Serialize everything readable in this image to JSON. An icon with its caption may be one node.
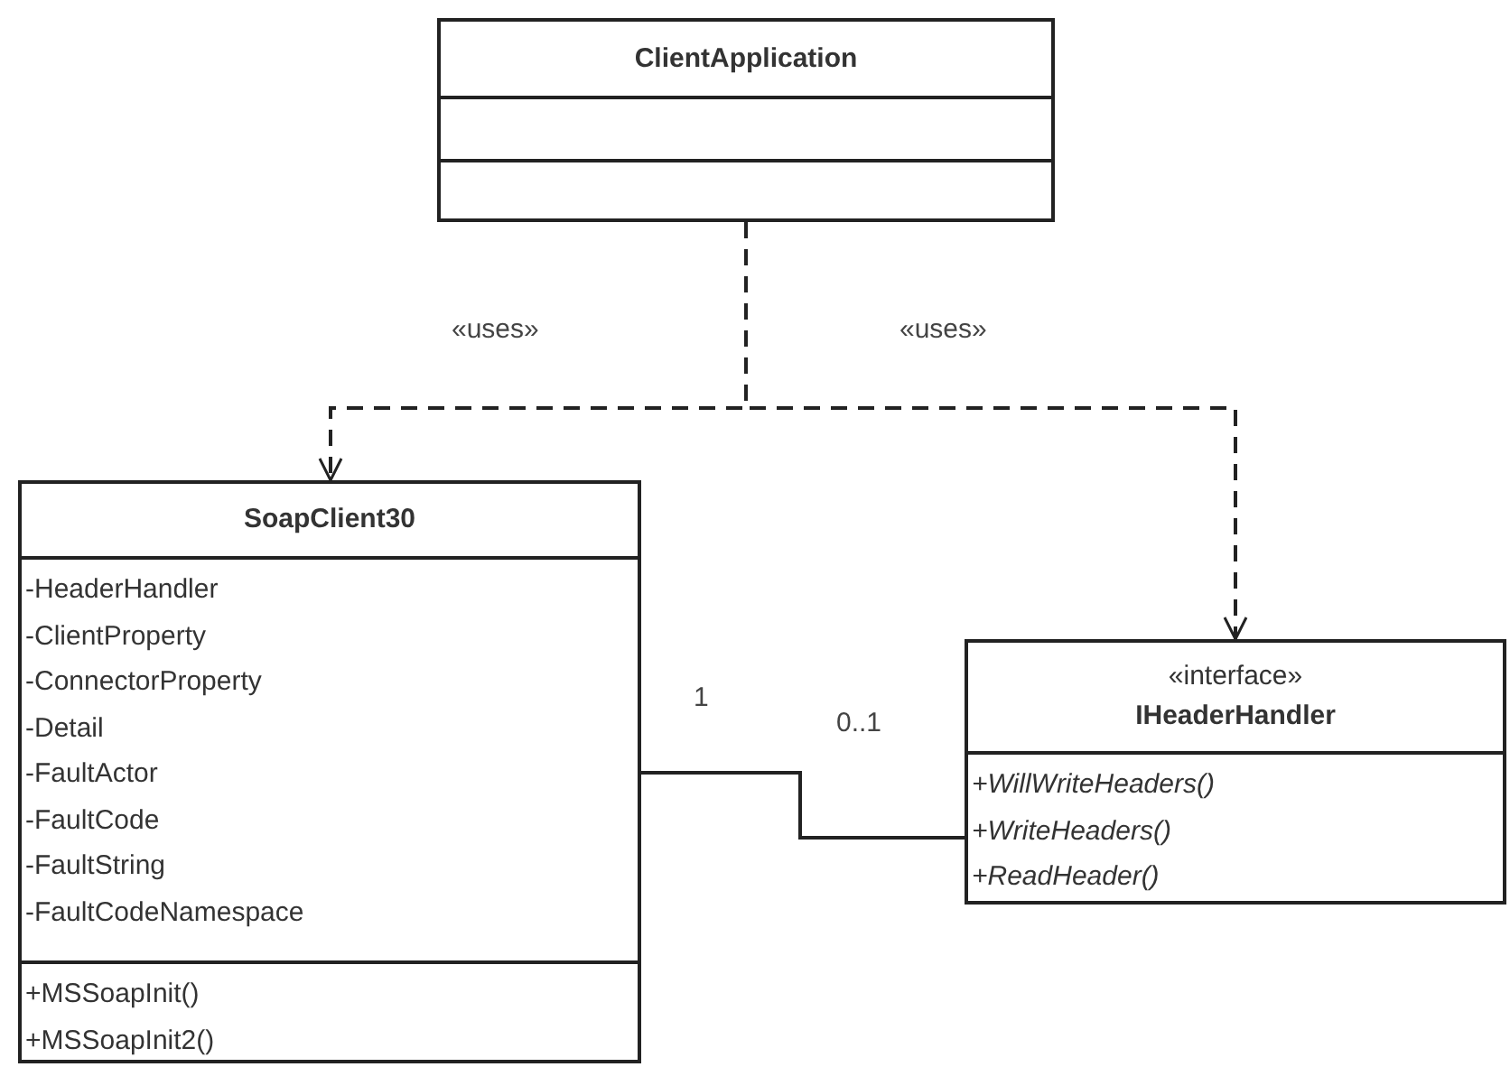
{
  "diagram": {
    "nodes": [
      {
        "text": [
          "ClientApplication"
        ]
      },
      {
        "text": [
          "SoapClient30",
          "-HeaderHandler",
          "-ClientProperty",
          "-ConnectorProperty",
          "-Detail",
          "-FaultActor",
          "-FaultCode",
          "-FaultString",
          "-FaultCodeNamespace",
          "+MSSoapInit()",
          "+MSSoapInit2()"
        ]
      },
      {
        "text": [
          "«interface»",
          "IHeaderHandler",
          "+WillWriteHeaders()",
          "+WriteHeaders()",
          "+ReadHeader()"
        ]
      }
    ],
    "edges": [
      {
        "from": 0,
        "to": 1,
        "arrow": "to",
        "label": "«uses»",
        "style": "dashed"
      },
      {
        "from": 0,
        "to": 2,
        "arrow": "to",
        "label": "«uses»",
        "style": "dashed"
      },
      {
        "from": 1,
        "to": 2,
        "arrow": "none"
      }
    ],
    "labels": [
      "1",
      "0..1"
    ]
  }
}
